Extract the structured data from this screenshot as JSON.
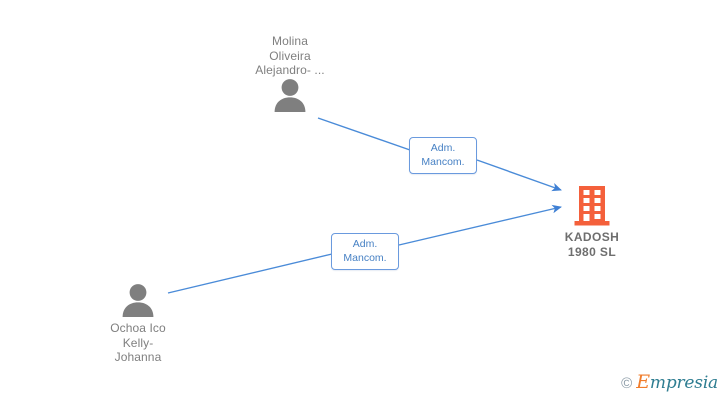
{
  "graph": {
    "background": "#ffffff",
    "edge_color": "#4a8bd8",
    "person_color": "#7f7f7f",
    "company_color": "#f4603b",
    "label_text_color": "#4781c4",
    "label_border_color": "#6a9ade",
    "nodes": [
      {
        "id": "person-1",
        "type": "person",
        "icon": "person-icon",
        "label": "Molina\nOliveira\nAlejandro- ..."
      },
      {
        "id": "person-2",
        "type": "person",
        "icon": "person-icon",
        "label": "Ochoa Ico\nKelly-\nJohanna"
      },
      {
        "id": "company",
        "type": "company",
        "icon": "building-icon",
        "label": "KADOSH\n1980  SL"
      }
    ],
    "edges": [
      {
        "id": "edge-1",
        "from": "person-1",
        "to": "company",
        "label": "Adm.\nMancom."
      },
      {
        "id": "edge-2",
        "from": "person-2",
        "to": "company",
        "label": "Adm.\nMancom."
      }
    ]
  },
  "watermark": {
    "copyright": "©",
    "brand_cap": "E",
    "brand_rest": "mpresia"
  }
}
